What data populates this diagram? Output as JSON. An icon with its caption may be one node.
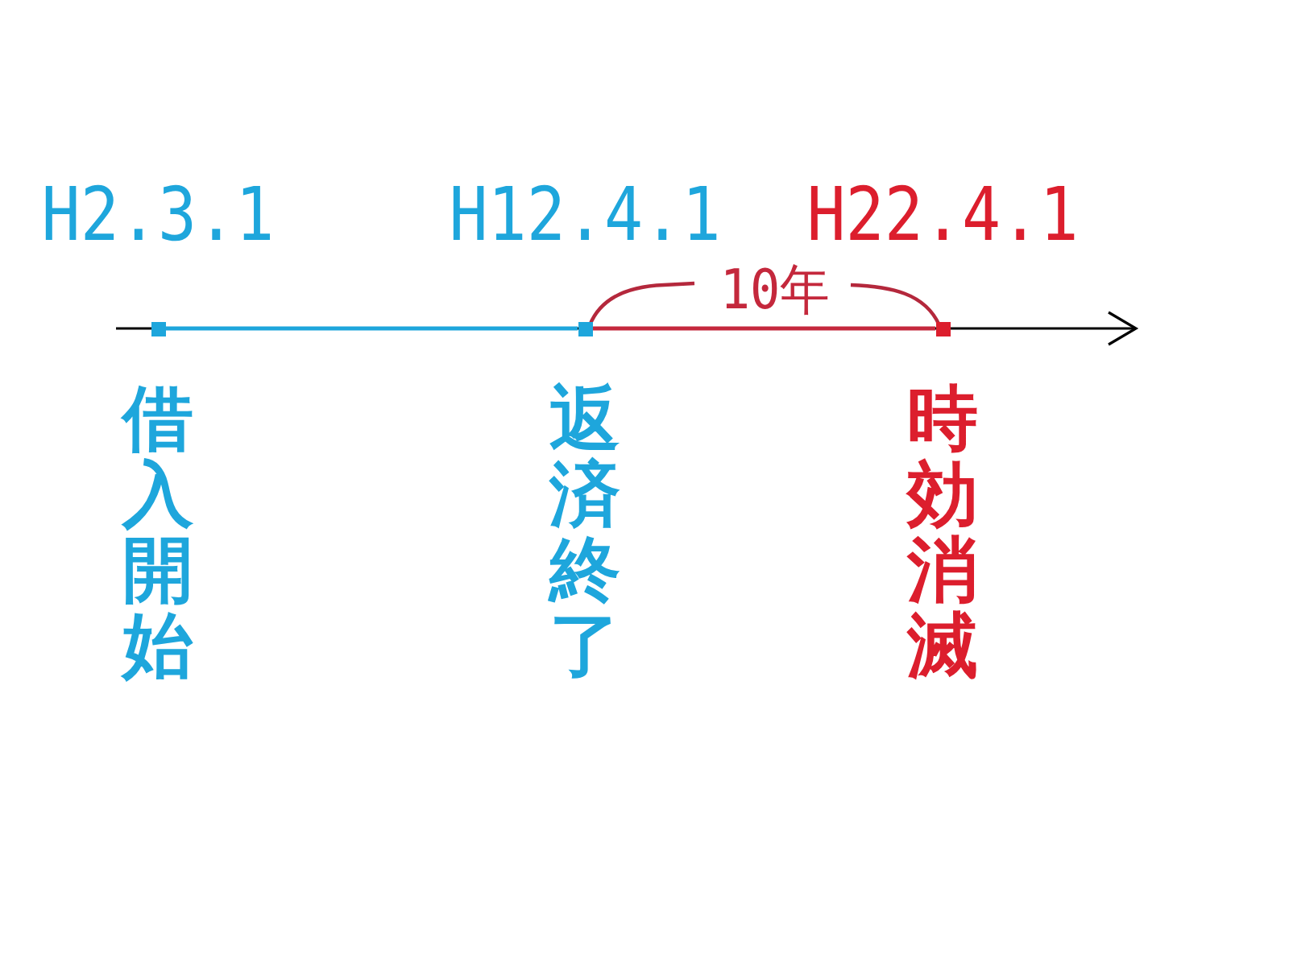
{
  "diagram": {
    "nodes": [
      {
        "text": [],
        "shape": "box",
        "beside": [
          "H2.3.1",
          "借入開始"
        ]
      },
      {
        "text": [],
        "shape": "box",
        "beside": [
          "H12.4.1",
          "返済終了"
        ]
      },
      {
        "text": [],
        "shape": "box",
        "beside": [
          "H22.4.1",
          "時効消滅"
        ]
      }
    ],
    "edges": [
      {
        "from": 0,
        "to": 1,
        "arrow": "none",
        "color": "#1ea6dc"
      },
      {
        "from": 1,
        "to": 2,
        "arrow": "none",
        "color": "#c4283c"
      }
    ],
    "labels": [
      "10年"
    ]
  }
}
